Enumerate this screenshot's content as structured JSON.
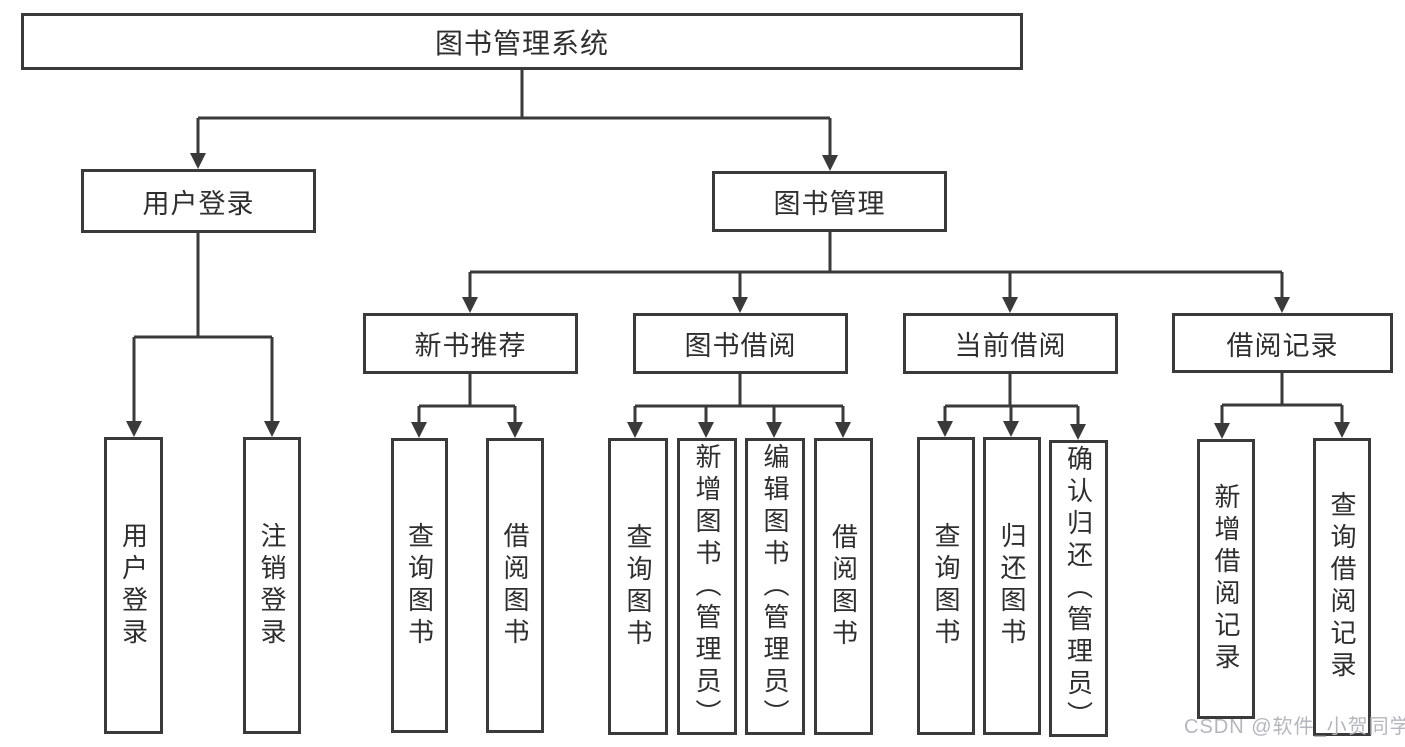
{
  "diagram": {
    "root": {
      "label": "图书管理系统",
      "children": [
        {
          "label": "用户登录",
          "children": [
            {
              "label": "用户登录"
            },
            {
              "label": "注销登录"
            }
          ]
        },
        {
          "label": "图书管理",
          "children": [
            {
              "label": "新书推荐",
              "children": [
                {
                  "label": "查询图书"
                },
                {
                  "label": "借阅图书"
                }
              ]
            },
            {
              "label": "图书借阅",
              "children": [
                {
                  "label": "查询图书"
                },
                {
                  "label": "新增图书（管理员）"
                },
                {
                  "label": "编辑图书（管理员）"
                },
                {
                  "label": "借阅图书"
                }
              ]
            },
            {
              "label": "当前借阅",
              "children": [
                {
                  "label": "查询图书"
                },
                {
                  "label": "归还图书"
                },
                {
                  "label": "确认归还（管理员）"
                }
              ]
            },
            {
              "label": "借阅记录",
              "children": [
                {
                  "label": "新增借阅记录"
                },
                {
                  "label": "查询借阅记录"
                }
              ]
            }
          ]
        }
      ]
    }
  },
  "watermark": {
    "text": "CSDN @软件_小贺同学"
  },
  "colors": {
    "line": "#3a3a3a",
    "text": "#2e2e2e",
    "box_border": "#3a3a3a",
    "watermark": "#b3b7bd",
    "background": "#ffffff"
  }
}
